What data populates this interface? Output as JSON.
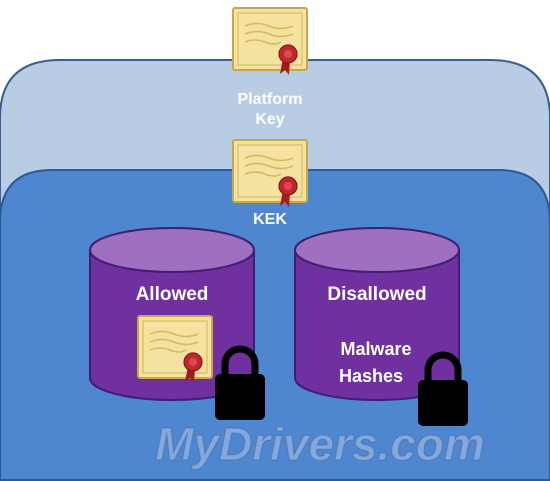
{
  "labels": {
    "platform_key_line1": "Platform",
    "platform_key_line2": "Key",
    "kek": "KEK",
    "allowed": "Allowed",
    "disallowed": "Disallowed",
    "malware_line1": "Malware",
    "malware_line2": "Hashes"
  },
  "watermark": "MyDrivers.com",
  "colors": {
    "outer_layer": "#b8cce4",
    "inner_layer": "#4f86d0",
    "database_purple": "#7030a0",
    "database_top": "#a070c0",
    "certificate": "#f5e6a8",
    "seal": "#c0282e",
    "lock": "#000000"
  },
  "icons": [
    "certificate-icon",
    "padlock-icon"
  ]
}
